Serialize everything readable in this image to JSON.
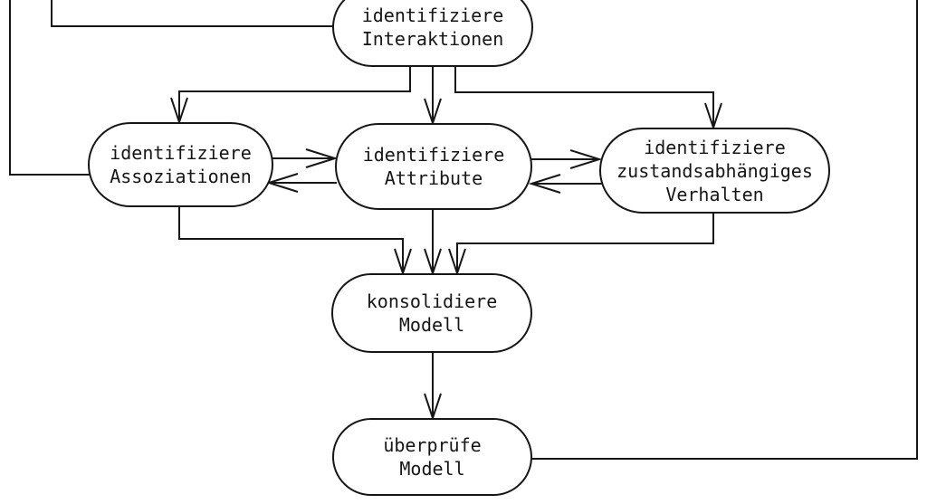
{
  "diagram": {
    "background_color": "#ffffff",
    "line_color": "#161616",
    "text_color": "#161616",
    "nodes": [
      {
        "id": "interaktionen",
        "label": "identifiziere\nInteraktionen"
      },
      {
        "id": "assoziationen",
        "label": "identifiziere\nAssoziationen"
      },
      {
        "id": "attribute",
        "label": "identifiziere\nAttribute"
      },
      {
        "id": "verhalten",
        "label": "identifiziere\nzustandsabhängiges\nVerhalten"
      },
      {
        "id": "konsolidiere",
        "label": "konsolidiere\nModell"
      },
      {
        "id": "ueberpruefe",
        "label": "überprüfe\nModell"
      }
    ],
    "edges": [
      {
        "from": "off-canvas-top-left",
        "to": "assoziationen",
        "arrowhead": false
      },
      {
        "from": "off-canvas-top-left",
        "to": "interaktionen",
        "arrowhead": false
      },
      {
        "from": "interaktionen",
        "to": "assoziationen",
        "arrowhead": true
      },
      {
        "from": "interaktionen",
        "to": "attribute",
        "arrowhead": true
      },
      {
        "from": "interaktionen",
        "to": "verhalten",
        "arrowhead": true
      },
      {
        "from": "assoziationen",
        "to": "attribute",
        "arrowhead": true
      },
      {
        "from": "attribute",
        "to": "assoziationen",
        "arrowhead": true
      },
      {
        "from": "attribute",
        "to": "verhalten",
        "arrowhead": true
      },
      {
        "from": "verhalten",
        "to": "attribute",
        "arrowhead": true
      },
      {
        "from": "assoziationen",
        "to": "konsolidiere",
        "arrowhead": true
      },
      {
        "from": "attribute",
        "to": "konsolidiere",
        "arrowhead": true
      },
      {
        "from": "verhalten",
        "to": "konsolidiere",
        "arrowhead": true
      },
      {
        "from": "konsolidiere",
        "to": "ueberpruefe",
        "arrowhead": true
      },
      {
        "from": "ueberpruefe",
        "to": "off-canvas-top-right",
        "arrowhead": false
      }
    ]
  }
}
